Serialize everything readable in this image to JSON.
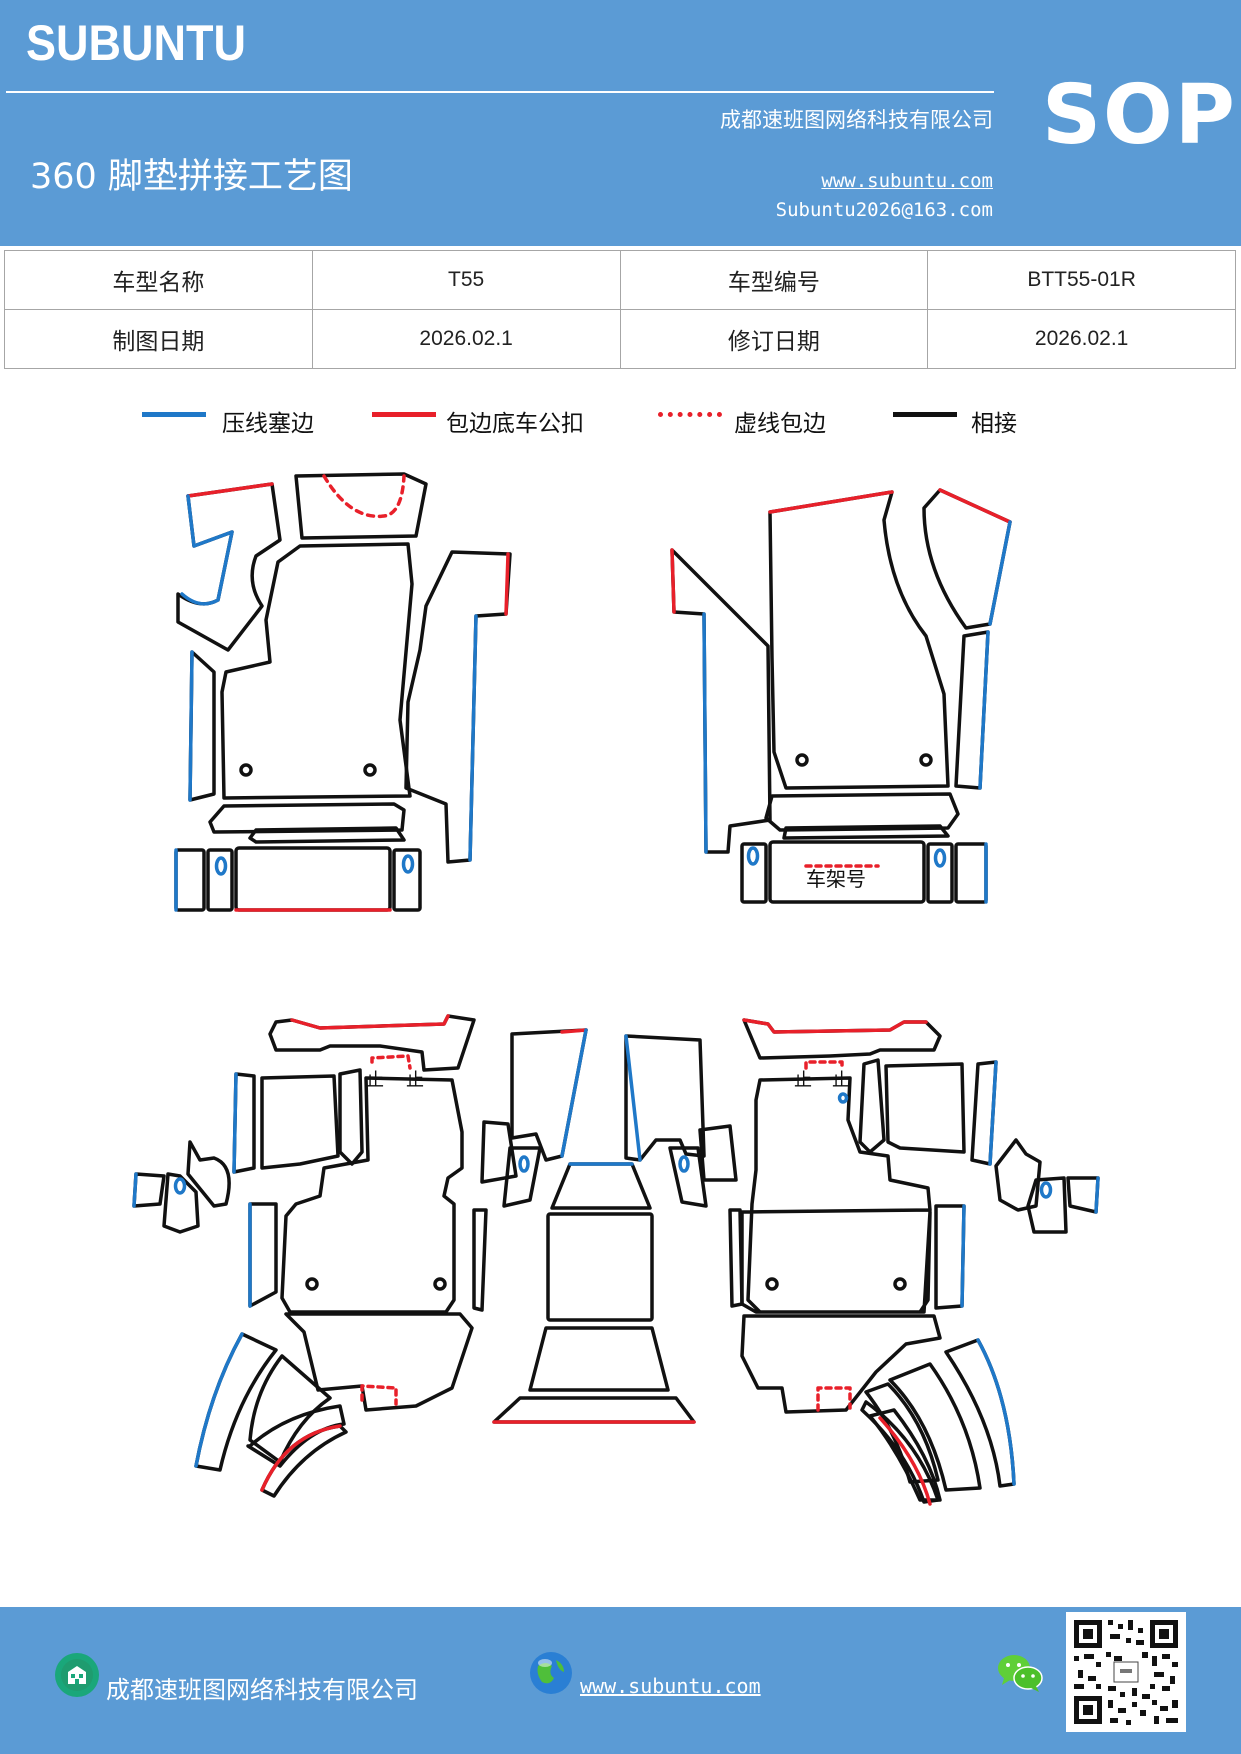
{
  "header": {
    "brand": "SUBUNTU",
    "title": "360 脚垫拼接工艺图",
    "company": "成都速班图网络科技有限公司",
    "website": "www.subuntu.com",
    "email": "Subuntu2026@163.com",
    "sop": "SOP"
  },
  "info_table": {
    "rows": [
      [
        {
          "label": "车型名称"
        },
        {
          "value": "T55"
        },
        {
          "label": "车型编号"
        },
        {
          "value": "BTT55-01R"
        }
      ],
      [
        {
          "label": "制图日期"
        },
        {
          "value": "2026.02.1"
        },
        {
          "label": "修订日期"
        },
        {
          "value": "2026.02.1"
        }
      ]
    ]
  },
  "legend": [
    {
      "label": "压线塞边",
      "color": "#1f78c8",
      "style": "solid"
    },
    {
      "label": "包边底车公扣",
      "color": "#e8202a",
      "style": "solid"
    },
    {
      "label": "虚线包边",
      "color": "#e8202a",
      "style": "dotted"
    },
    {
      "label": "相接",
      "color": "#111111",
      "style": "solid"
    }
  ],
  "diagram_labels": {
    "frame_number": "车架号",
    "stop_marks": [
      "止",
      "止",
      "止",
      "止"
    ]
  },
  "colors": {
    "brand_blue": "#5b9bd5",
    "edge_blue": "#1f78c8",
    "edge_red": "#e8202a",
    "edge_black": "#111111"
  },
  "footer": {
    "company": "成都速班图网络科技有限公司",
    "website": "www.subuntu.com ",
    "icons": [
      "building-icon",
      "globe-icon",
      "wechat-icon",
      "qr-code"
    ]
  }
}
